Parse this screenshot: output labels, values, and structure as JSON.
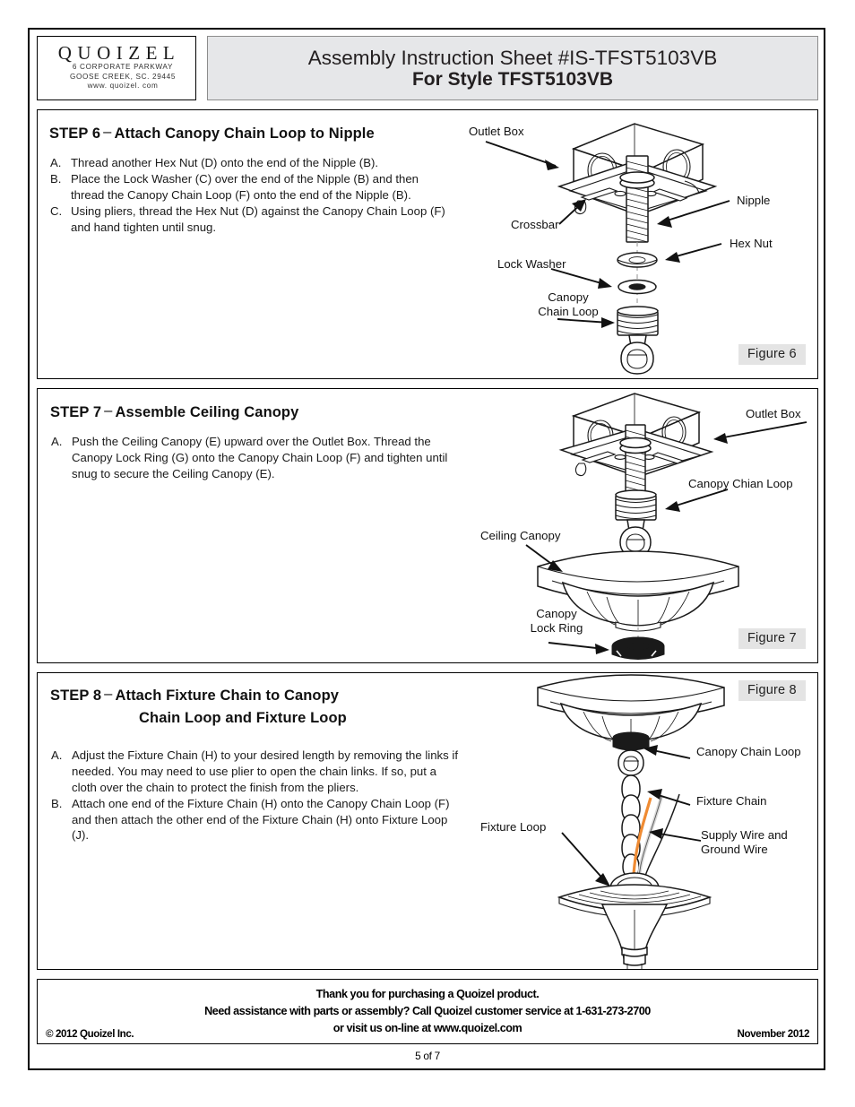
{
  "header": {
    "logo": {
      "brand": "QUOIZEL",
      "address_line1": "6 CORPORATE PARKWAY",
      "address_line2": "GOOSE CREEK, SC. 29445",
      "address_line3": "www. quoizel. com"
    },
    "title_line1": "Assembly Instruction Sheet #IS-TFST5103VB",
    "title_line2": "For Style TFST5103VB"
  },
  "steps": [
    {
      "label": "STEP 6",
      "dash": "–",
      "title": "Attach Canopy Chain Loop to Nipple",
      "items": [
        {
          "mark": "A.",
          "text": "Thread another Hex Nut (D) onto the end of the Nipple (B)."
        },
        {
          "mark": "B.",
          "text": "Place the Lock Washer (C) over the end of the Nipple (B) and then thread the Canopy Chain Loop (F) onto the end of the Nipple (B)."
        },
        {
          "mark": "C.",
          "text": "Using pliers, thread the Hex Nut (D) against the Canopy Chain Loop (F) and hand tighten until snug."
        }
      ],
      "figure": {
        "badge": "Figure 6",
        "labels": [
          "Outlet Box",
          "Nipple",
          "Crossbar",
          "Hex Nut",
          "Lock Washer",
          "Canopy\nChain Loop"
        ]
      }
    },
    {
      "label": "STEP 7",
      "dash": "–",
      "title": "Assemble Ceiling Canopy",
      "items": [
        {
          "mark": "A.",
          "text": "Push the Ceiling Canopy (E) upward over the Outlet Box. Thread the Canopy Lock Ring (G) onto the Canopy Chain Loop (F) and tighten until snug to secure the Ceiling Canopy (E)."
        }
      ],
      "figure": {
        "badge": "Figure 7",
        "labels": [
          "Outlet Box",
          "Canopy Chian Loop",
          "Ceiling Canopy",
          "Canopy\nLock Ring"
        ]
      }
    },
    {
      "label": "STEP 8",
      "dash": "–",
      "title_line1": "Attach Fixture Chain to Canopy",
      "title_line2": "Chain Loop and Fixture Loop",
      "items": [
        {
          "mark": "A.",
          "text": "Adjust the Fixture Chain (H) to your desired length by removing the links if needed. You may need to use plier to open the chain links. If so, put a cloth over the chain to protect the finish from the pliers."
        },
        {
          "mark": "B.",
          "text": "Attach one end of the Fixture Chain (H) onto the Canopy Chain Loop (F) and then attach the other end of the Fixture Chain (H) onto Fixture Loop (J)."
        }
      ],
      "figure": {
        "badge": "Figure 8",
        "labels": [
          "Canopy Chain Loop",
          "Fixture Chain",
          "Fixture Loop",
          "Supply Wire and\nGround Wire"
        ]
      }
    }
  ],
  "footer": {
    "line1": "Thank you for purchasing a Quoizel product.",
    "line2": "Need assistance with parts or assembly? Call Quoizel customer service at 1-631-273-2700",
    "line3": "or visit us on-line at www.quoizel.com",
    "copyright": "© 2012  Quoizel Inc.",
    "date": "November 2012",
    "page": "5 of 7"
  },
  "colors": {
    "title_bg": "#e6e7e9",
    "figure_badge_bg": "#e4e4e4",
    "line": "#1a1a1a",
    "supply_wire": "#ef8b33"
  }
}
